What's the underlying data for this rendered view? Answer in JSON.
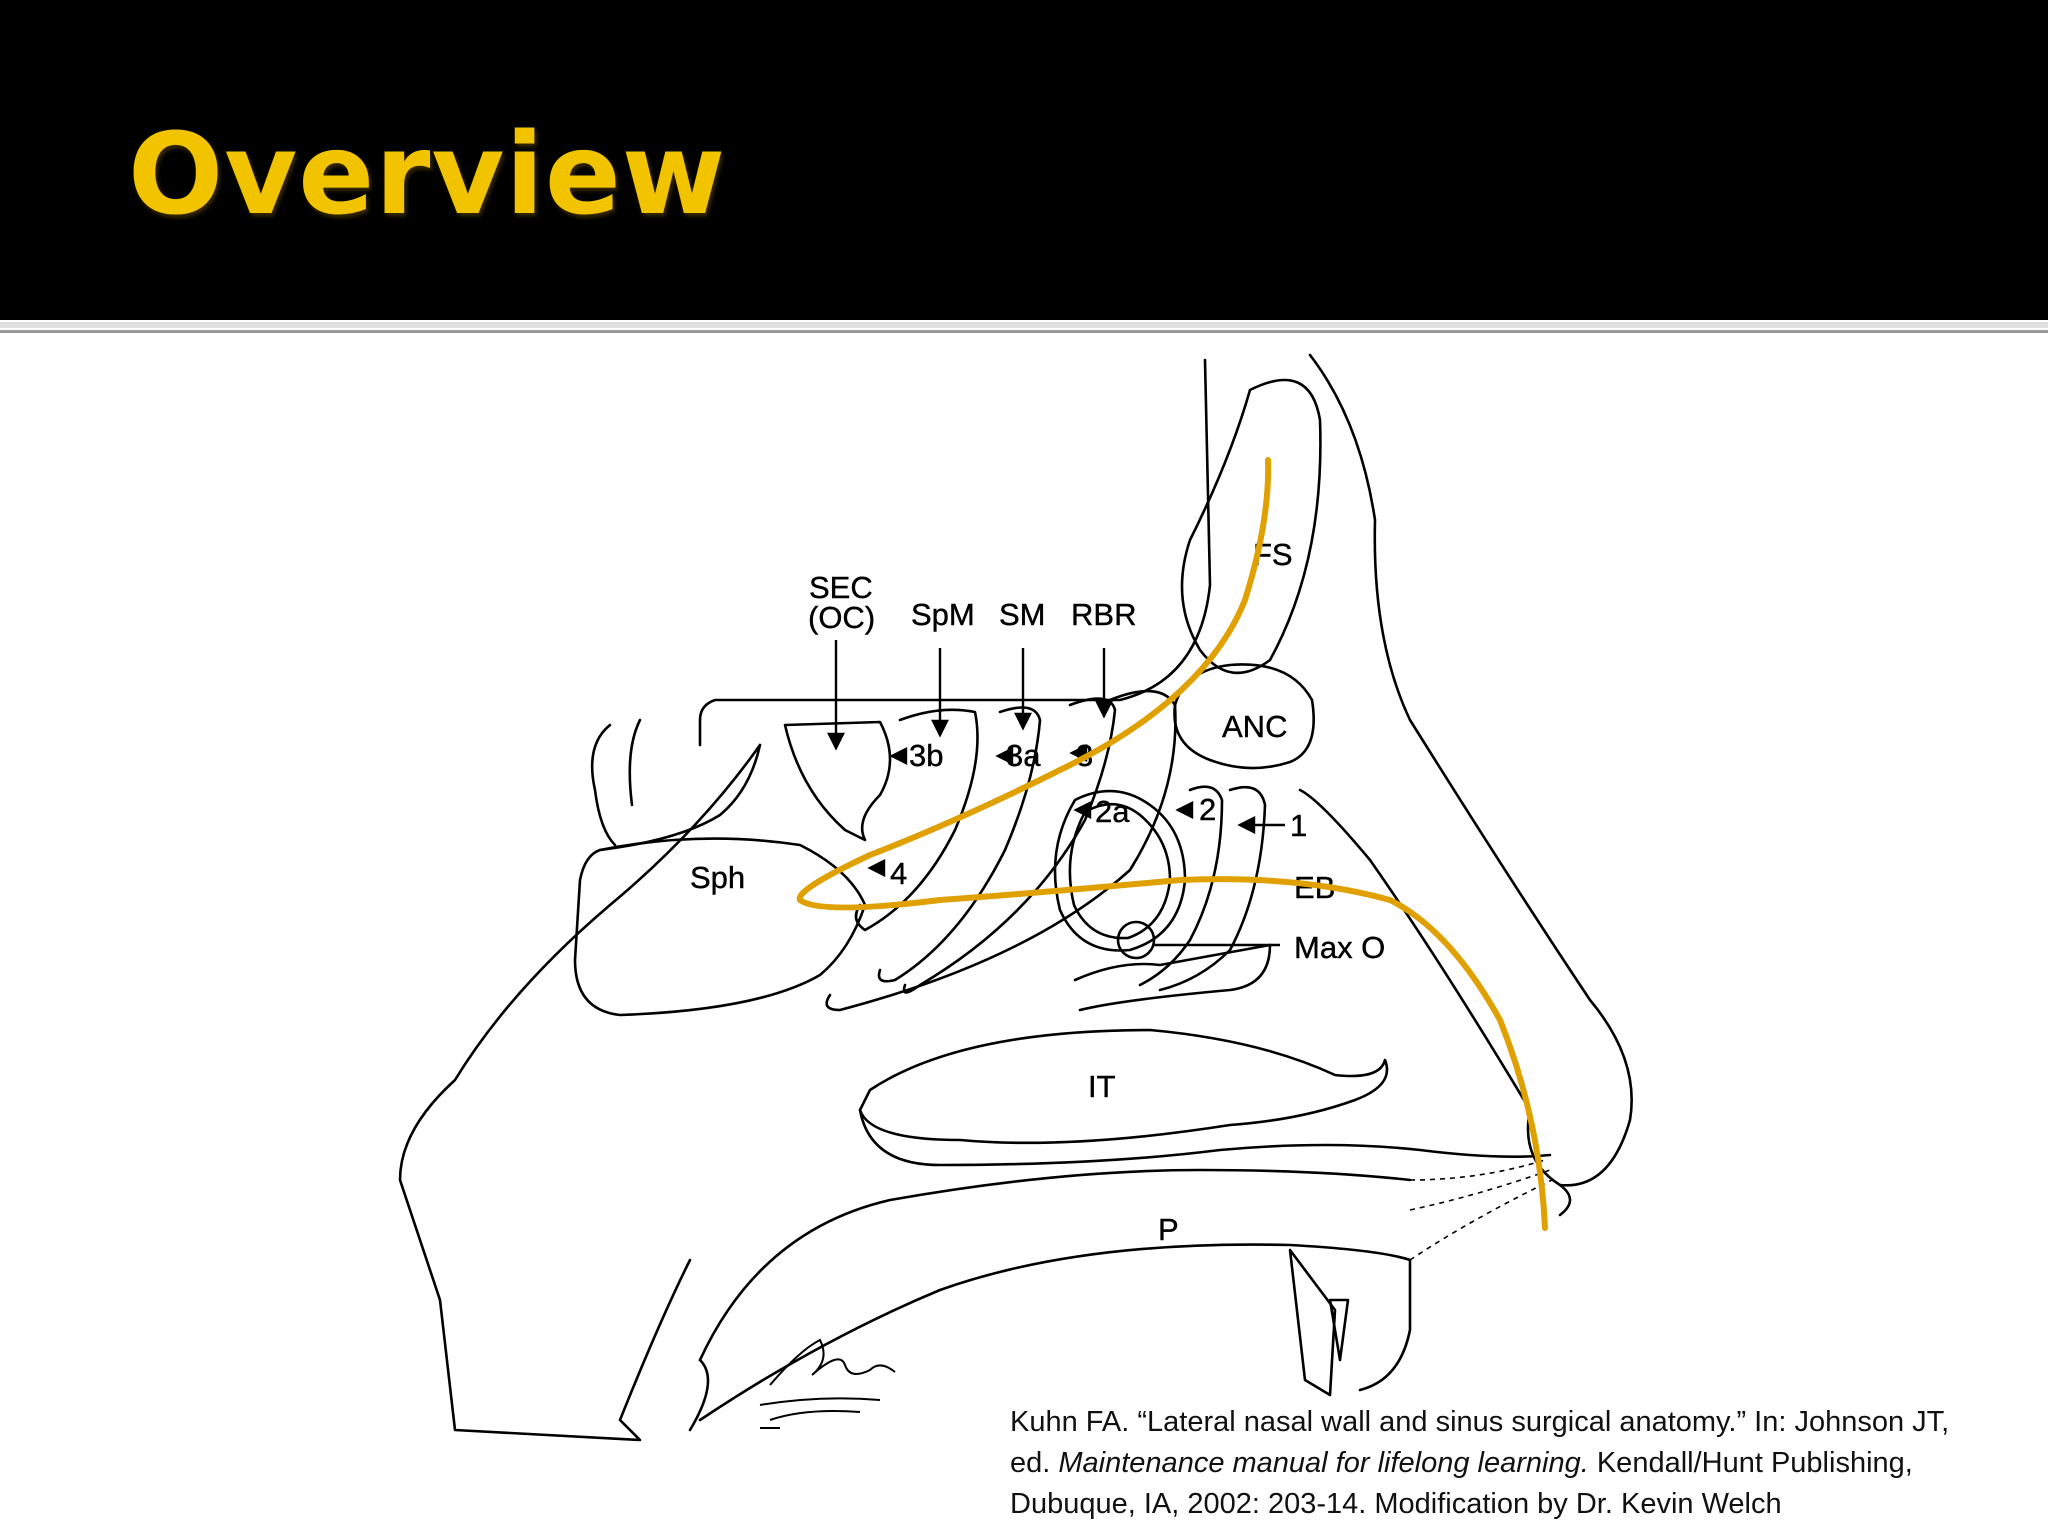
{
  "slide": {
    "title": "Overview"
  },
  "diagram": {
    "labels": {
      "sec": "SEC",
      "oc": "(OC)",
      "spm": "SpM",
      "sm": "SM",
      "rbr": "RBR",
      "fs": "FS",
      "anc": "ANC",
      "n3b": "3b",
      "n3a": "3a",
      "n3": "3",
      "n2a": "2a",
      "n2": "2",
      "n1": "1",
      "n4": "4",
      "sph": "Sph",
      "eb": "EB",
      "maxo": "Max O",
      "it": "IT",
      "p": "P"
    },
    "overlay_color": "#e0a100"
  },
  "citation": {
    "line1": "Kuhn FA. “Lateral nasal wall and sinus surgical anatomy.” In: Johnson JT,",
    "line2_prefix": "ed.",
    "line2_italic": "Maintenance manual for lifelong learning.",
    "line2_suffix": "Kendall/Hunt Publishing,",
    "line3": "Dubuque, IA, 2002: 203-14. Modification by Dr. Kevin Welch"
  }
}
